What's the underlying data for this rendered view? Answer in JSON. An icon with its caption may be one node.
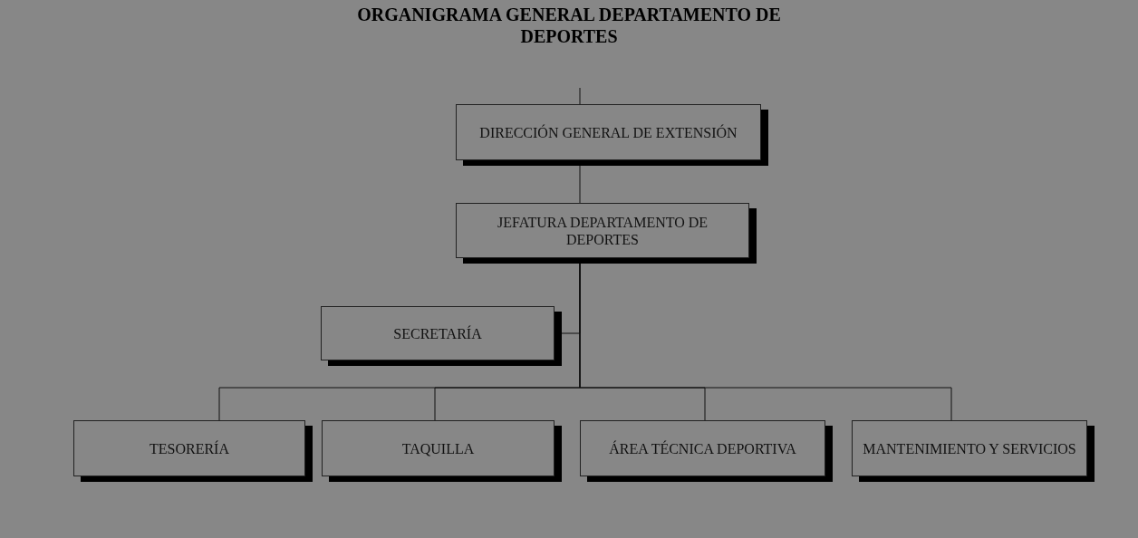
{
  "diagram": {
    "title": "ORGANIGRAMA GENERAL DEPARTAMENTO DE DEPORTES",
    "nodes": [
      {
        "text": [
          "DIRECCIÓN GENERAL DE EXTENSIÓN"
        ]
      },
      {
        "text": [
          "JEFATURA DEPARTAMENTO DE DEPORTES"
        ]
      },
      {
        "text": [
          "SECRETARÍA"
        ]
      },
      {
        "text": [
          "TESORERÍA"
        ]
      },
      {
        "text": [
          "TAQUILLA"
        ]
      },
      {
        "text": [
          "ÁREA TÉCNICA DEPORTIVA"
        ]
      },
      {
        "text": [
          "MANTENIMIENTO Y SERVICIOS"
        ]
      }
    ],
    "edges": [
      {
        "from": null,
        "to": 0,
        "arrow": "none"
      },
      {
        "from": 0,
        "to": 1,
        "arrow": "none"
      },
      {
        "from": 1,
        "to": 2,
        "arrow": "none"
      },
      {
        "from": 1,
        "to": 3,
        "arrow": "none"
      },
      {
        "from": 1,
        "to": 4,
        "arrow": "none"
      },
      {
        "from": 1,
        "to": 5,
        "arrow": "none"
      },
      {
        "from": 1,
        "to": 6,
        "arrow": "none"
      }
    ]
  }
}
